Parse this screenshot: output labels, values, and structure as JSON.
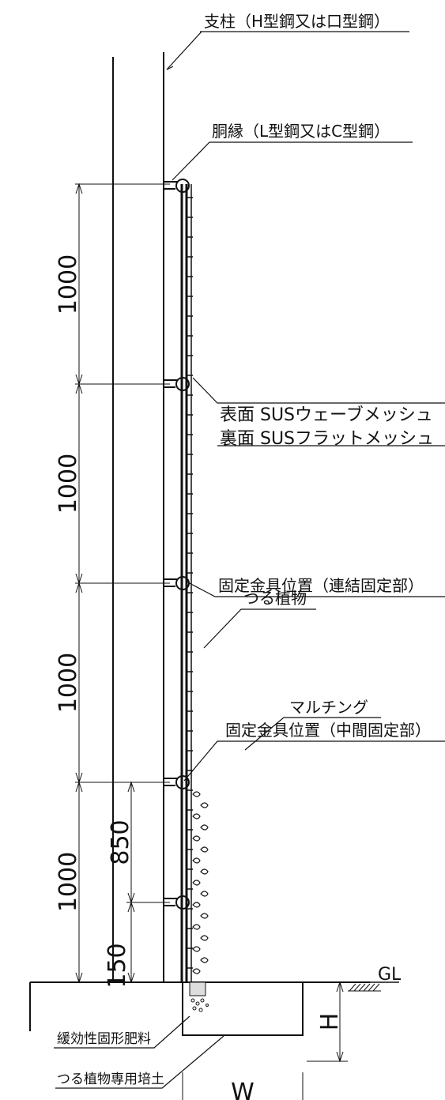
{
  "labels": {
    "post": "支柱（H型鋼又は口型鋼）",
    "rail": "胴縁（L型鋼又はC型鋼）",
    "mesh_front": "表面 SUSウェーブメッシュ",
    "mesh_back": "裏面 SUSフラットメッシュ",
    "fixing_joint": "固定金具位置（連結固定部）",
    "fixing_middle": "固定金具位置（中間固定部）",
    "vine_plant": "つる植物",
    "mulching": "マルチング",
    "ground_level": "GL",
    "slow_fertilizer": "緩効性固形肥料",
    "soil": "つる植物専用培土"
  },
  "dimensions": {
    "span1": "1000",
    "span2": "1000",
    "span3": "1000",
    "span4": "1000",
    "lower_850": "850",
    "lower_150": "150",
    "depth": "H",
    "width": "W"
  }
}
